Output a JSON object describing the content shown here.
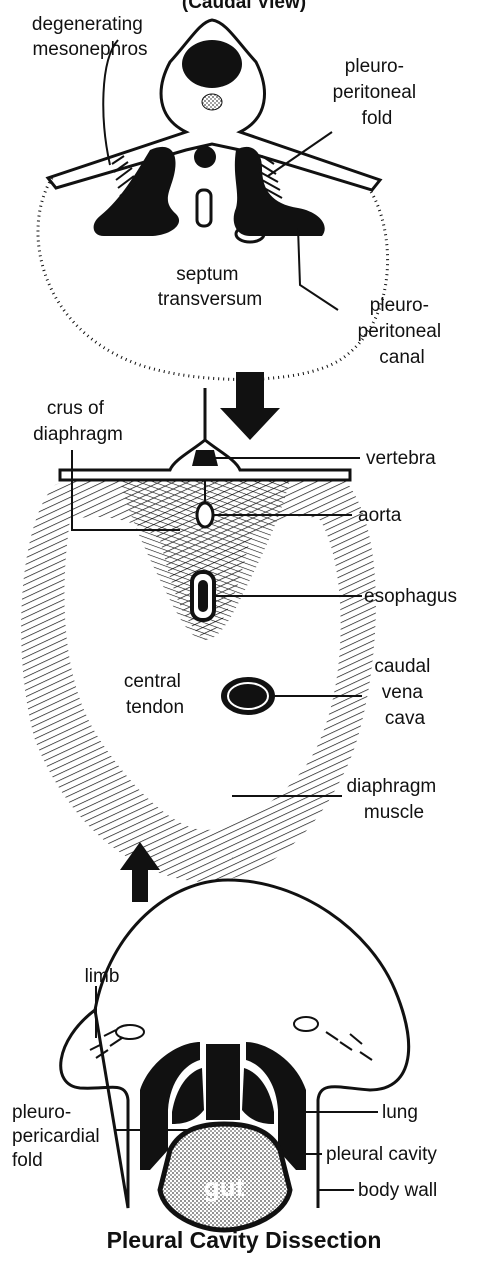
{
  "diagram": {
    "header_partial": "(Caudal View)",
    "title": "Pleural Cavity Dissection",
    "top_panel": {
      "degenerating_mesonephros": [
        "degenerating",
        "mesonephros"
      ],
      "pleuroperitoneal_fold": [
        "pleuro-",
        "peritoneal",
        "fold"
      ],
      "septum_transversum": [
        "septum",
        "transversum"
      ],
      "pleuroperitoneal_canal": [
        "pleuro-",
        "peritoneal",
        "canal"
      ]
    },
    "middle_panel": {
      "crus_of_diaphragm": [
        "crus of",
        "diaphragm"
      ],
      "vertebra": "vertebra",
      "aorta": "aorta",
      "esophagus": "esophagus",
      "central_tendon": [
        "central",
        "tendon"
      ],
      "caudal_vena_cava": [
        "caudal",
        "vena",
        "cava"
      ],
      "diaphragm_muscle": [
        "diaphragm",
        "muscle"
      ]
    },
    "bottom_panel": {
      "limb": "limb",
      "pleuropericardial_fold": [
        "pleuro-",
        "pericardial",
        "fold"
      ],
      "lung": "lung",
      "pleural_cavity": "pleural cavity",
      "body_wall": "body wall",
      "gut": "gut"
    },
    "colors": {
      "ink": "#111111",
      "gut_fill": "#888888",
      "paper": "#ffffff"
    }
  }
}
